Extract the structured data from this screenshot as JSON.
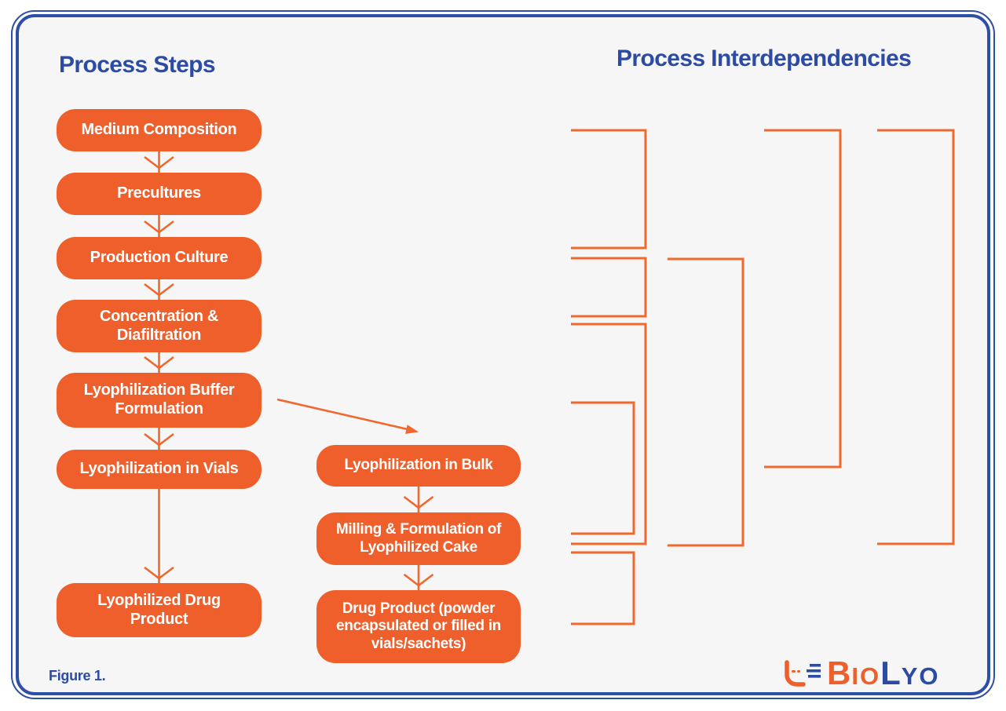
{
  "titles": {
    "left": "Process Steps",
    "right": "Process Interdependencies"
  },
  "figure_label": "Figure 1.",
  "steps": {
    "main": [
      "Medium Composition",
      "Precultures",
      "Production Culture",
      "Concentration & Diafiltration",
      "Lyophilization Buffer Formulation",
      "Lyophilization in Vials",
      "Lyophilized Drug Product"
    ],
    "branch": [
      "Lyophilization in Bulk",
      "Milling & Formulation of Lyophilized Cake",
      "Drug Product (powder encapsulated or filled in vials/sachets)"
    ]
  },
  "flow": {
    "main_sequence": "Medium Composition > Precultures > Production Culture > Concentration & Diafiltration > Lyophilization Buffer Formulation > Lyophilization in Vials > Lyophilized Drug Product",
    "branch_sequence": "Lyophilization Buffer Formulation > Lyophilization in Bulk > Milling & Formulation of Lyophilized Cake > Drug Product (powder encapsulated or filled in vials/sachets)"
  },
  "interdependencies": [
    {
      "from": "Medium Composition",
      "to": "Production Culture"
    },
    {
      "from": "Production Culture",
      "to": "Concentration & Diafiltration"
    },
    {
      "from": "Concentration & Diafiltration",
      "to": "Milling & Formulation of Lyophilized Cake"
    },
    {
      "from": "Lyophilization Buffer Formulation",
      "to": "Milling & Formulation of Lyophilized Cake"
    },
    {
      "from": "Milling & Formulation of Lyophilized Cake",
      "to": "Drug Product (powder encapsulated or filled in vials/sachets)"
    },
    {
      "from": "Production Culture",
      "to": "Milling & Formulation of Lyophilized Cake"
    },
    {
      "from": "Medium Composition",
      "to": "Lyophilization in Vials / Lyophilization in Bulk"
    },
    {
      "from": "Medium Composition",
      "to": "Milling & Formulation of Lyophilized Cake"
    }
  ],
  "logo": {
    "bio_initial": "B",
    "bio_rest": "IO",
    "lyo_initial": "L",
    "lyo_rest": "YO"
  },
  "colors": {
    "accent_orange": "#ee5f2b",
    "accent_blue": "#2c4ba5",
    "panel_background": "#f6f6f7"
  }
}
